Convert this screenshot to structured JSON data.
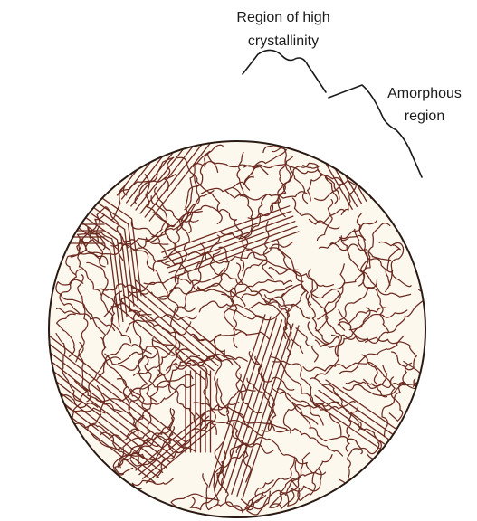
{
  "labels": {
    "crystalline_line1": "Region of high",
    "crystalline_line2": "crystallinity",
    "amorphous_line1": "Amorphous",
    "amorphous_line2": "region"
  },
  "colors": {
    "disc_fill": "#fdf8ee",
    "disc_outline": "#2a1a14",
    "chain": "#6b2a20",
    "text": "#1a1a1a"
  }
}
